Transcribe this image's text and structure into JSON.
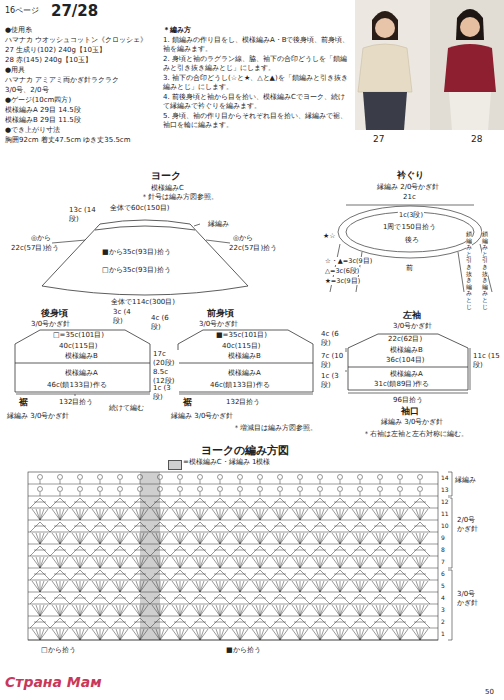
{
  "diagram": {
    "nodes": [
      {
        "text": [
          "全体で60c(150目)",
          "縁編み",
          "■から35c(93目)拾う",
          "□から35c(93目)拾う"
        ]
      },
      {
        "text": [
          "□=35c(101目)",
          "40c(115目)",
          "模様編みB",
          "模様編みA",
          "46c(鎖133目)作る"
        ]
      },
      {
        "text": [
          "■=35c(101目)",
          "40c(115目)",
          "模様編みB",
          "模様編みA",
          "46c(鎖133目)作る"
        ]
      },
      {
        "text": [
          "22c(62目)",
          "模様編みB",
          "36c(104目)",
          "模様編みA",
          "31c(鎖89目)作る"
        ]
      }
    ],
    "labels": [
      "16ページ",
      "27/28",
      "●使用糸",
      "ハマナカ ウオッシュコットン《クロッシェ》",
      "27 生成り(102) 240g【10玉】",
      "28 赤(145) 240g【10玉】",
      "●用具",
      "ハマナカ アミアミ両かぎ針ラクラク",
      "3/0号、2/0号",
      "●ゲージ(10cm四方)",
      "模様編みA 29目 14.5段",
      "模様編みB 29目 11.5段",
      "●でき上がり寸法",
      "胸囲92cm 着丈47.5cm ゆき丈35.5cm",
      "＊編み方",
      "1. 鎖編みの作り目をし、模様編みA・Bで後身頃、前身頃、袖を編みます。",
      "2. 身頃と袖のラグラン線、脇、袖下の合印どうしを「鎖編みと引き抜き編みとじ」にします。",
      "3. 袖下の合印どうし(☆と★、△と▲)を「鎖編みと引き抜き編みとじ」にします。",
      "4. 前後身頃と袖から目を拾い、模様編みCでヨーク、続けて縁編みで衿ぐりを編みます。",
      "5. 身頃、袖の作り目からそれぞれ目を拾い、縁編みで裾、袖口を輪に編みます。",
      "27",
      "28",
      "ヨーク",
      "模様編みC",
      "＊針号は編み方図参照。",
      "13c (14段)",
      "◎から",
      "22c(57目)拾う",
      "◎から",
      "22c(57目)拾う",
      "全体で114c(300目)",
      "後身頃",
      "3/0号かぎ針",
      "3c (4段)",
      "4c (6段)",
      "17c (20段)",
      "8.5c (12段)",
      "1c (3段)",
      "続けて編む",
      "132目拾う",
      "裾",
      "縁編み 3/0号かぎ針",
      "前身頃",
      "3/0号かぎ針",
      "132目拾う",
      "裾",
      "縁編み 3/0号かぎ針",
      "＊増減目は編み方図参照。",
      "衿ぐり",
      "縁編み 2/0号かぎ針",
      "21c",
      "1c(3段)",
      "1周で150目拾う",
      "後ろ",
      "前",
      "★☆",
      "鎖編みと引き抜き編みとじ",
      "鎖編みと引き抜き編みとじ",
      "☆・▲=3c(9目)",
      "△=3c(6段)",
      "★=3c(9目)",
      "左袖",
      "3/0号かぎ針",
      "4c (6段)",
      "7c (10段)",
      "1c (3段)",
      "11c (15段)",
      "96目拾う",
      "袖口",
      "縁編み 3/0号かぎ針",
      "＊右袖は左袖と左右対称に編む。",
      "ヨークの編み方図",
      "縁編み",
      "2/0号 かぎ針",
      "3/0号 かぎ針",
      "1",
      "2",
      "3",
      "4",
      "5",
      "6",
      "7",
      "8",
      "9",
      "10",
      "11",
      "12",
      "13",
      "14",
      "□から拾う",
      "■から拾う",
      "Страна Мам",
      "50"
    ],
    "legend": [
      {
        "text": "=模様編みC・縁編み 1模様",
        "color": "#cfcfcf"
      }
    ]
  }
}
